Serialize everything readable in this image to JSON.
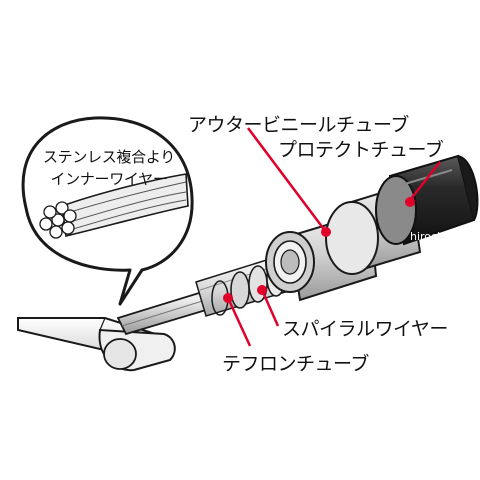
{
  "labels": {
    "outer_vinyl_tube": "アウタービニールチューブ",
    "protect_tube": "プロテクトチューブ",
    "spiral_wire": "スパイラルワイヤー",
    "teflon_tube": "テフロンチューブ"
  },
  "callout": {
    "line1": "ステンレス複合より",
    "line2": "インナーワイヤー"
  },
  "watermark": "hirochi",
  "colors": {
    "leader_line": "#e0002a",
    "outline": "#1a1a1a",
    "tube_dark": "#2e2e2e",
    "tube_light": "#d9d9d9"
  }
}
